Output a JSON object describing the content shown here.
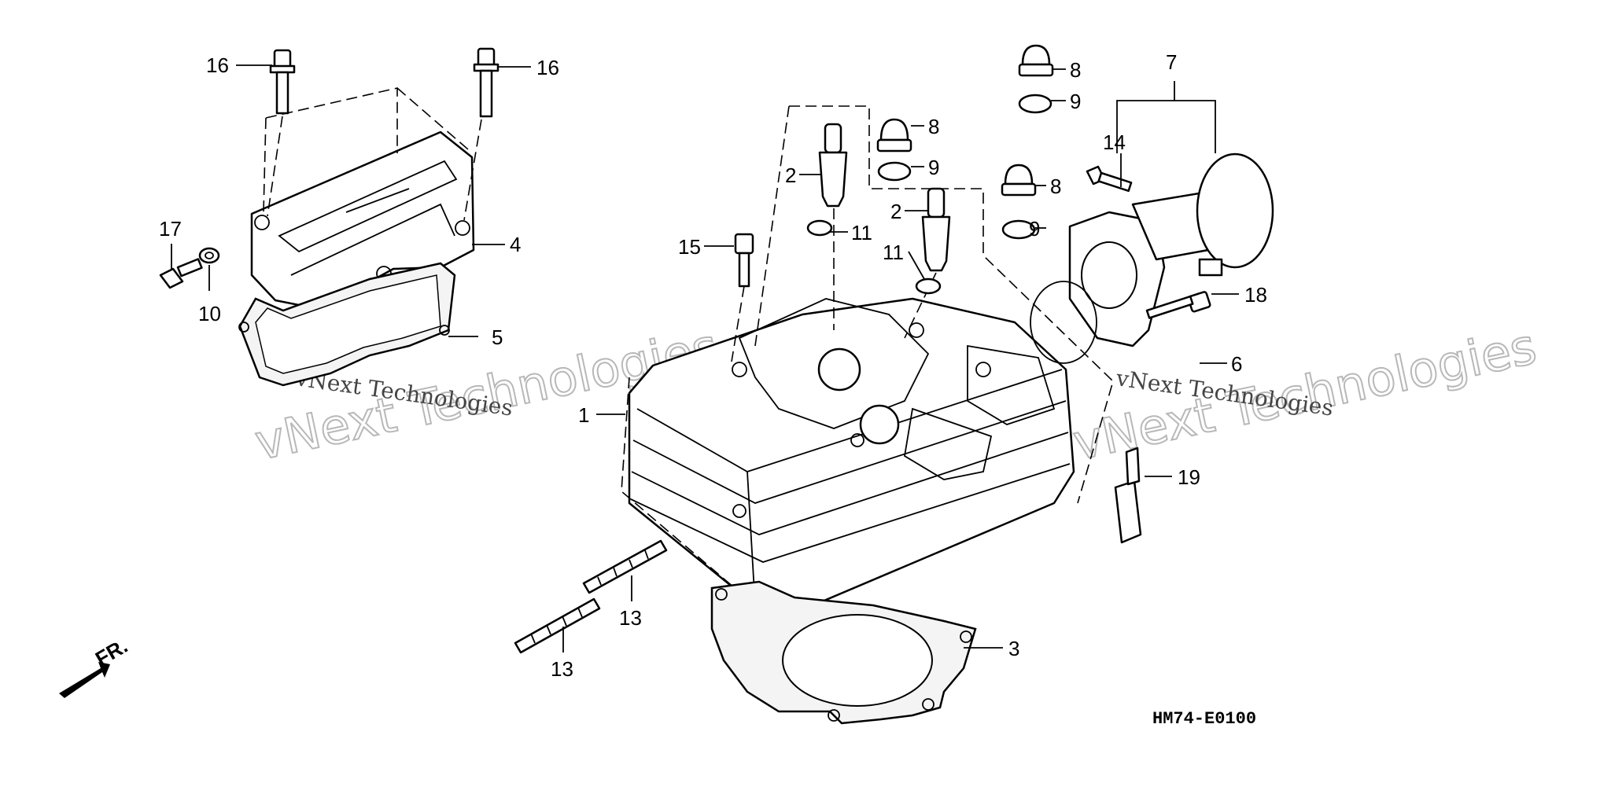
{
  "diagram": {
    "code": "HM74-E0100",
    "direction_label": "FR.",
    "watermark": "vNext Technologies",
    "callouts": [
      "1",
      "2",
      "2",
      "3",
      "4",
      "5",
      "6",
      "7",
      "8",
      "8",
      "8",
      "9",
      "9",
      "9",
      "10",
      "11",
      "11",
      "13",
      "13",
      "14",
      "15",
      "16",
      "16",
      "17",
      "18",
      "19"
    ]
  }
}
